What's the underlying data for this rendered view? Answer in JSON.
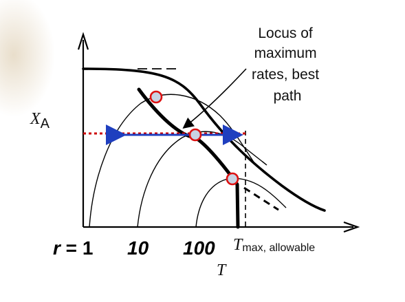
{
  "axes": {
    "y_label": {
      "main": "X",
      "sub": "A"
    },
    "x_label": "T"
  },
  "annotation": {
    "lines": [
      "Locus of",
      "maximum",
      "rates, best",
      "path"
    ]
  },
  "rate_labels": {
    "r_symbol": "r",
    "r_eq": " = 1",
    "r10": "10",
    "r100": "100"
  },
  "tmax_label": {
    "main": "T",
    "sub": "max, allowable"
  },
  "colors": {
    "curve": "#000000",
    "dashed_line": "#cc0000",
    "arrow": "#1f3fbf",
    "marker_stroke": "#dd1111",
    "marker_fill": "#c8d2e2",
    "watermark": "#e8dccb"
  }
}
